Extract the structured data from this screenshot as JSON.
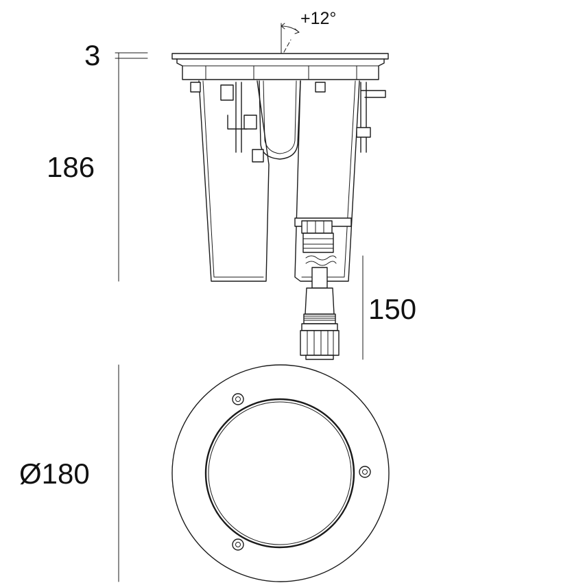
{
  "dimensions": {
    "tilt_angle": "+12°",
    "flange_thickness": "3",
    "body_height": "186",
    "cable_length": "150",
    "diameter": "Ø180"
  },
  "colors": {
    "line": "#1a1a1a",
    "background": "#ffffff"
  }
}
